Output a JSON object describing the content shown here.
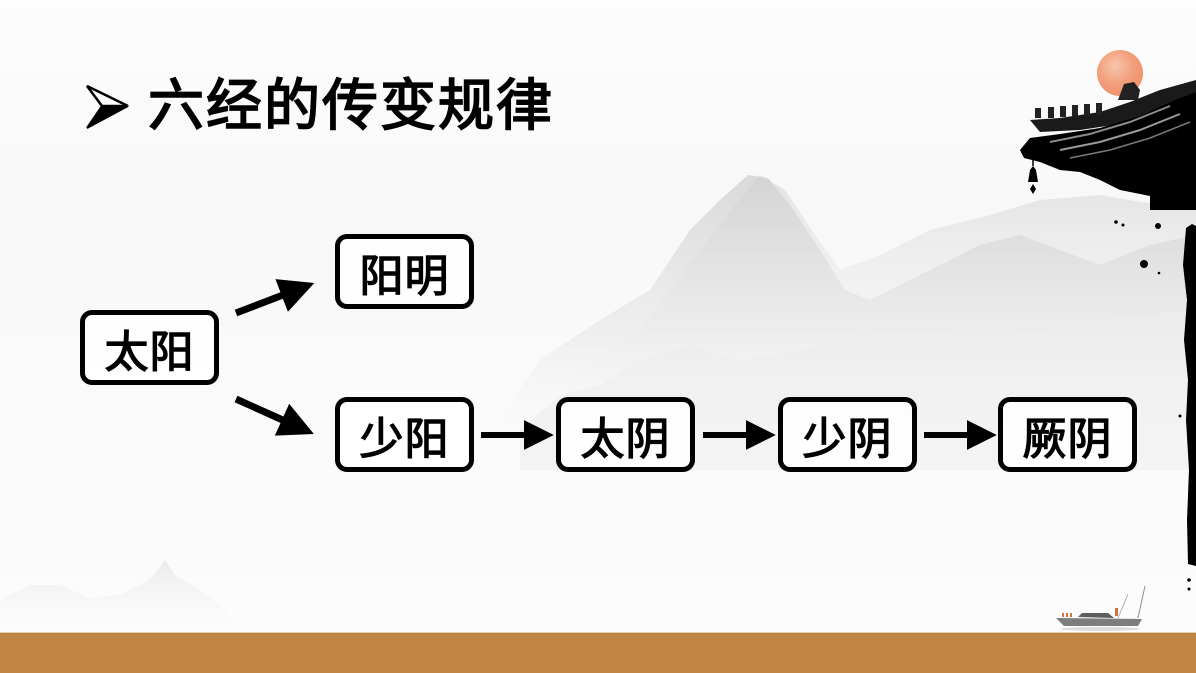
{
  "slide": {
    "title": "六经的传变规律",
    "bullet_icon": "arrowhead-bullet-icon"
  },
  "diagram": {
    "nodes": [
      {
        "id": "taiyang",
        "label": "太阳"
      },
      {
        "id": "yangming",
        "label": "阳明"
      },
      {
        "id": "shaoyang",
        "label": "少阳"
      },
      {
        "id": "taiyin",
        "label": "太阴"
      },
      {
        "id": "shaoyin",
        "label": "少阴"
      },
      {
        "id": "jueyin",
        "label": "厥阴"
      }
    ],
    "edges": [
      {
        "from": "太阳",
        "to": "阳明"
      },
      {
        "from": "太阳",
        "to": "少阳"
      },
      {
        "from": "少阳",
        "to": "太阴"
      },
      {
        "from": "太阴",
        "to": "少阴"
      },
      {
        "from": "少阴",
        "to": "厥阴"
      }
    ]
  },
  "decor": {
    "sun_color": "#ee8a62",
    "band_color": "#c08443",
    "ink_color": "#000000"
  }
}
